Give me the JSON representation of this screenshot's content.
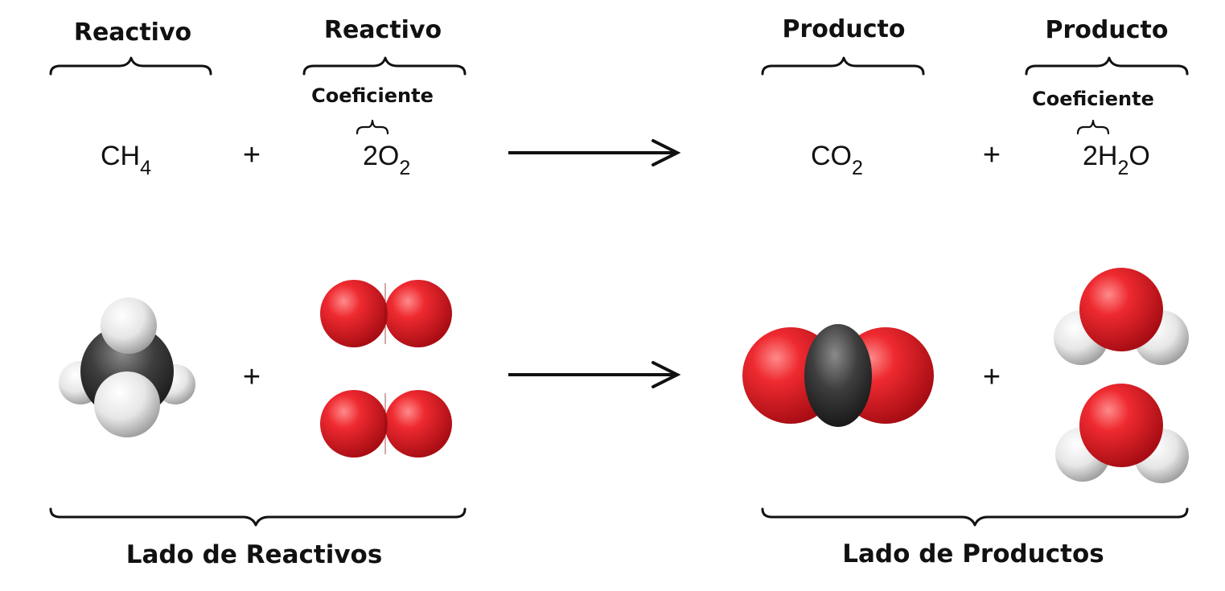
{
  "reactants": {
    "label_1": "Reactivo",
    "label_2": "Reactivo",
    "coefficient_label": "Coeficiente",
    "formula_1": {
      "main": "CH",
      "sub": "4"
    },
    "formula_2": {
      "coef": "2",
      "main": "O",
      "sub": "2"
    },
    "side_label": "Lado de Reactivos"
  },
  "products": {
    "label_1": "Producto",
    "label_2": "Producto",
    "coefficient_label": "Coeficiente",
    "formula_1": {
      "main": "CO",
      "sub": "2"
    },
    "formula_2": {
      "coef": "2",
      "main_1": "H",
      "sub": "2",
      "main_2": "O"
    },
    "side_label": "Lado de Productos"
  },
  "operators": {
    "plus": "+"
  },
  "colors": {
    "oxygen": "#e0202a",
    "hydrogen": "#f2f2f2",
    "carbon": "#3a3a3a",
    "ink": "#111111"
  },
  "molecules": {
    "methane": "CH4-spacefill",
    "oxygen": "O2-spacefill",
    "carbon_dioxide": "CO2-spacefill",
    "water": "H2O-spacefill"
  }
}
